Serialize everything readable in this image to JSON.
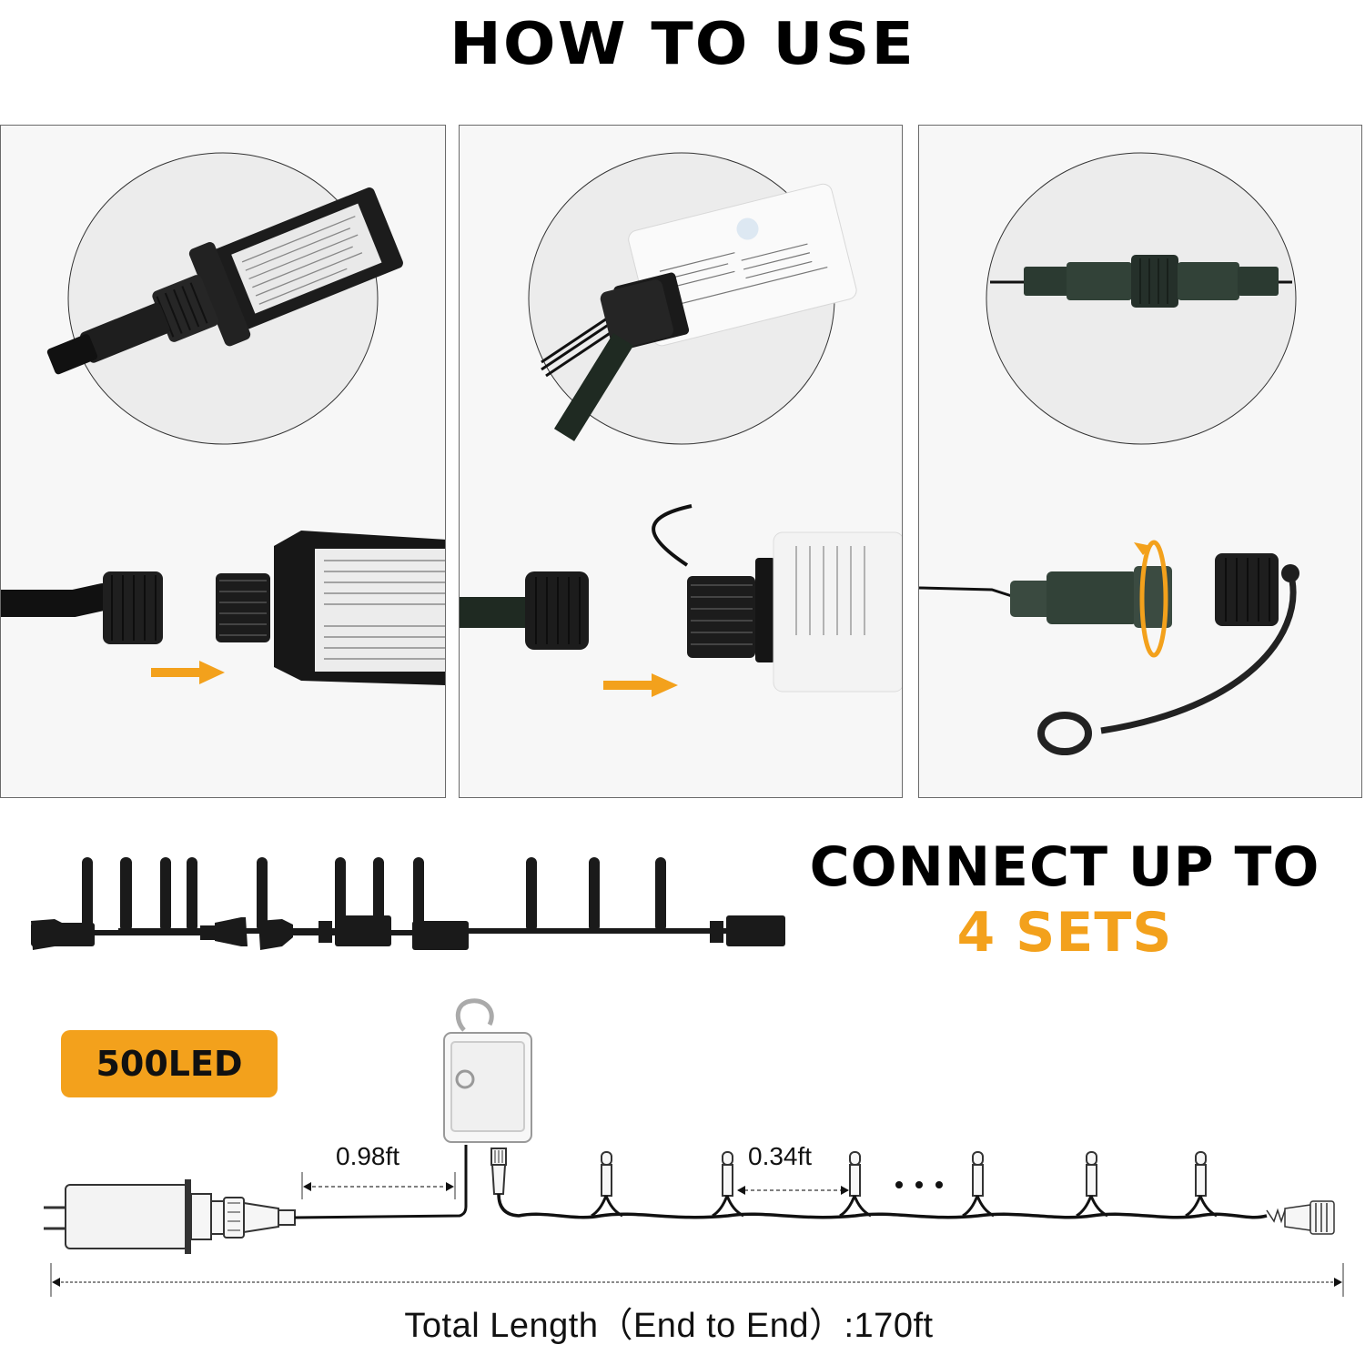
{
  "header": {
    "title": "HOW TO USE"
  },
  "panels": [
    {
      "id": "step-1",
      "description": "Power adapter connector close-up and screw-in connection",
      "arrow_color": "#f3a11c"
    },
    {
      "id": "step-2",
      "description": "Controller box connector close-up and plug connection",
      "arrow_color": "#f3a11c"
    },
    {
      "id": "step-3",
      "description": "End connector close-up with rotate-to-tighten cap",
      "arrow_color": "#f3a11c"
    }
  ],
  "connect": {
    "line1": "CONNECT UP TO",
    "line2": "4 SETS",
    "accent": "#f3a11c"
  },
  "diagram": {
    "badge": "500LED",
    "lead_length": "0.98ft",
    "led_spacing": "0.34ft",
    "ellipsis": "• • •",
    "total_length": "Total Length（End to End）:170ft"
  },
  "colors": {
    "accent": "#f3a11c",
    "panel_bg": "#f7f7f7",
    "panel_border": "#6a6a6a",
    "text": "#000000"
  }
}
